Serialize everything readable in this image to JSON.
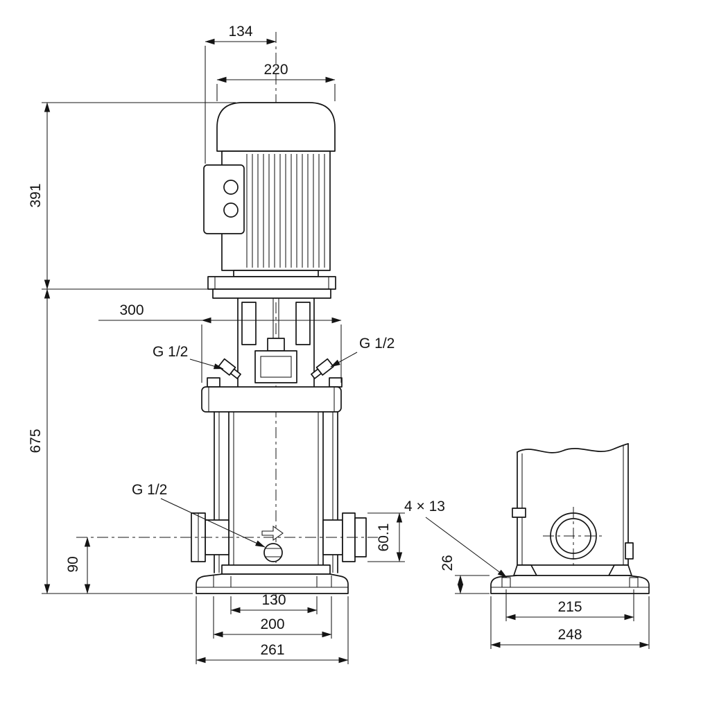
{
  "dims": {
    "d134": "134",
    "d220": "220",
    "d391": "391",
    "d300": "300",
    "d675": "675",
    "d90": "90",
    "d60_1": "60.1",
    "d130": "130",
    "d200": "200",
    "d261": "261",
    "d26": "26",
    "d215": "215",
    "d248": "248",
    "slot": "4 × 13",
    "g12_top_left": "G 1/2",
    "g12_top_right": "G 1/2",
    "g12_drain": "G 1/2"
  },
  "icons": {
    "flow_arrow": "hollow-right-arrow"
  },
  "colors": {
    "line": "#141414",
    "background": "#ffffff"
  }
}
